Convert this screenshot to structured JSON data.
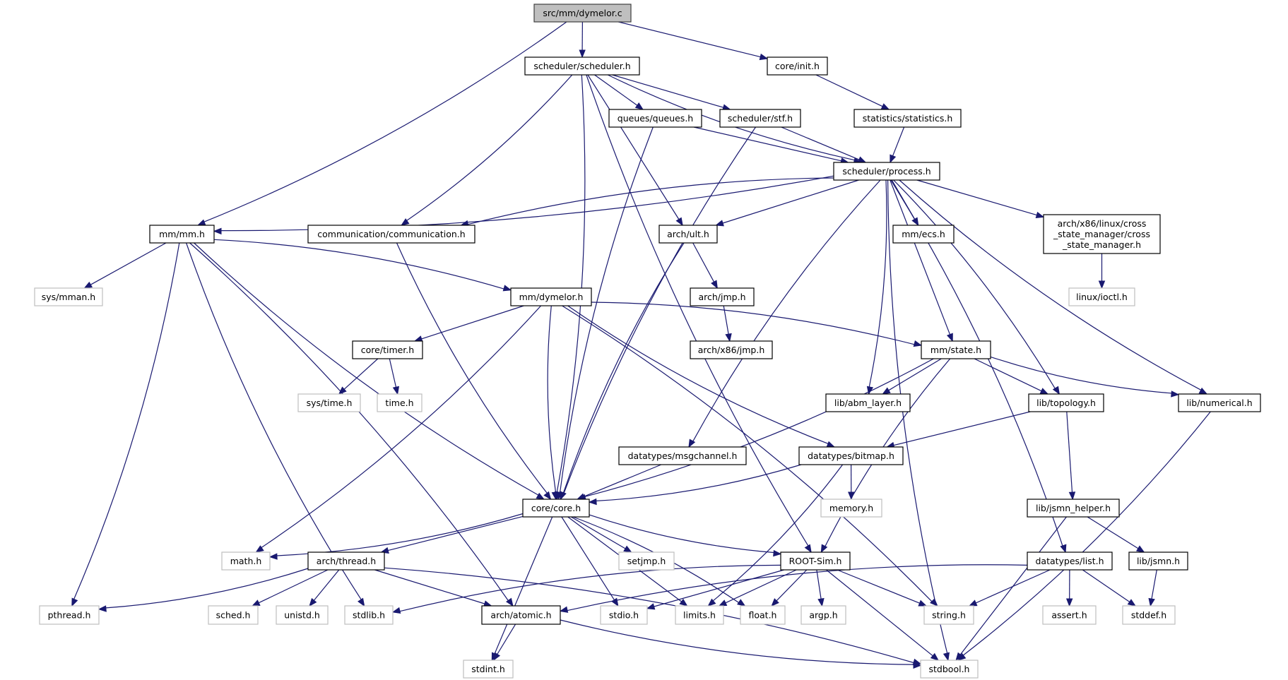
{
  "title": "src/mm/dymelor.c include dependency graph",
  "colors": {
    "edge": "#191970",
    "root_fill": "#bfbfbf",
    "project_border": "#000000",
    "external_border": "#bfbfbf"
  },
  "nodes": [
    {
      "id": "dymelor_c",
      "label": "src/mm/dymelor.c",
      "kind": "root"
    },
    {
      "id": "scheduler_h",
      "label": "scheduler/scheduler.h",
      "kind": "project"
    },
    {
      "id": "init_h",
      "label": "core/init.h",
      "kind": "project"
    },
    {
      "id": "queues_h",
      "label": "queues/queues.h",
      "kind": "project"
    },
    {
      "id": "stf_h",
      "label": "scheduler/stf.h",
      "kind": "project"
    },
    {
      "id": "statistics_h",
      "label": "statistics/statistics.h",
      "kind": "project"
    },
    {
      "id": "process_h",
      "label": "scheduler/process.h",
      "kind": "project"
    },
    {
      "id": "mm_h",
      "label": "mm/mm.h",
      "kind": "project"
    },
    {
      "id": "communication_h",
      "label": "communication/communication.h",
      "kind": "project"
    },
    {
      "id": "ult_h",
      "label": "arch/ult.h",
      "kind": "project"
    },
    {
      "id": "ecs_h",
      "label": "mm/ecs.h",
      "kind": "project"
    },
    {
      "id": "csm_h",
      "label": "arch/x86/linux/cross\n_state_manager/cross\n_state_manager.h",
      "kind": "project"
    },
    {
      "id": "sys_mman_h",
      "label": "sys/mman.h",
      "kind": "external"
    },
    {
      "id": "ioctl_h",
      "label": "linux/ioctl.h",
      "kind": "external"
    },
    {
      "id": "dymelor_h",
      "label": "mm/dymelor.h",
      "kind": "project"
    },
    {
      "id": "jmp_h",
      "label": "arch/jmp.h",
      "kind": "project"
    },
    {
      "id": "timer_h",
      "label": "core/timer.h",
      "kind": "project"
    },
    {
      "id": "x86_jmp_h",
      "label": "arch/x86/jmp.h",
      "kind": "project"
    },
    {
      "id": "state_h",
      "label": "mm/state.h",
      "kind": "project"
    },
    {
      "id": "sys_time_h",
      "label": "sys/time.h",
      "kind": "external"
    },
    {
      "id": "time_h",
      "label": "time.h",
      "kind": "external"
    },
    {
      "id": "abm_layer_h",
      "label": "lib/abm_layer.h",
      "kind": "project"
    },
    {
      "id": "topology_h",
      "label": "lib/topology.h",
      "kind": "project"
    },
    {
      "id": "numerical_h",
      "label": "lib/numerical.h",
      "kind": "project"
    },
    {
      "id": "msgchannel_h",
      "label": "datatypes/msgchannel.h",
      "kind": "project"
    },
    {
      "id": "bitmap_h",
      "label": "datatypes/bitmap.h",
      "kind": "project"
    },
    {
      "id": "core_h",
      "label": "core/core.h",
      "kind": "project"
    },
    {
      "id": "memory_h",
      "label": "memory.h",
      "kind": "external"
    },
    {
      "id": "jsmn_helper_h",
      "label": "lib/jsmn_helper.h",
      "kind": "project"
    },
    {
      "id": "math_h",
      "label": "math.h",
      "kind": "external"
    },
    {
      "id": "thread_h",
      "label": "arch/thread.h",
      "kind": "project"
    },
    {
      "id": "setjmp_h",
      "label": "setjmp.h",
      "kind": "external"
    },
    {
      "id": "rootsim_h",
      "label": "ROOT-Sim.h",
      "kind": "project"
    },
    {
      "id": "list_h",
      "label": "datatypes/list.h",
      "kind": "project"
    },
    {
      "id": "jsmn_h",
      "label": "lib/jsmn.h",
      "kind": "project"
    },
    {
      "id": "pthread_h",
      "label": "pthread.h",
      "kind": "external"
    },
    {
      "id": "sched_h",
      "label": "sched.h",
      "kind": "external"
    },
    {
      "id": "unistd_h",
      "label": "unistd.h",
      "kind": "external"
    },
    {
      "id": "stdlib_h",
      "label": "stdlib.h",
      "kind": "external"
    },
    {
      "id": "atomic_h",
      "label": "arch/atomic.h",
      "kind": "project"
    },
    {
      "id": "stdio_h",
      "label": "stdio.h",
      "kind": "external"
    },
    {
      "id": "limits_h",
      "label": "limits.h",
      "kind": "external"
    },
    {
      "id": "float_h",
      "label": "float.h",
      "kind": "external"
    },
    {
      "id": "argp_h",
      "label": "argp.h",
      "kind": "external"
    },
    {
      "id": "string_h",
      "label": "string.h",
      "kind": "external"
    },
    {
      "id": "assert_h",
      "label": "assert.h",
      "kind": "external"
    },
    {
      "id": "stddef_h",
      "label": "stddef.h",
      "kind": "external"
    },
    {
      "id": "stdint_h",
      "label": "stdint.h",
      "kind": "external"
    },
    {
      "id": "stdbool_h",
      "label": "stdbool.h",
      "kind": "external"
    }
  ],
  "edges": [
    [
      "dymelor_c",
      "mm_h"
    ],
    [
      "dymelor_c",
      "scheduler_h"
    ],
    [
      "dymelor_c",
      "init_h"
    ],
    [
      "scheduler_h",
      "queues_h"
    ],
    [
      "scheduler_h",
      "stf_h"
    ],
    [
      "scheduler_h",
      "process_h"
    ],
    [
      "scheduler_h",
      "communication_h"
    ],
    [
      "scheduler_h",
      "ult_h"
    ],
    [
      "scheduler_h",
      "core_h"
    ],
    [
      "scheduler_h",
      "rootsim_h"
    ],
    [
      "init_h",
      "statistics_h"
    ],
    [
      "statistics_h",
      "process_h"
    ],
    [
      "queues_h",
      "process_h"
    ],
    [
      "queues_h",
      "core_h"
    ],
    [
      "stf_h",
      "process_h"
    ],
    [
      "stf_h",
      "core_h"
    ],
    [
      "process_h",
      "mm_h"
    ],
    [
      "process_h",
      "communication_h"
    ],
    [
      "process_h",
      "ult_h"
    ],
    [
      "process_h",
      "ecs_h"
    ],
    [
      "process_h",
      "csm_h"
    ],
    [
      "process_h",
      "state_h"
    ],
    [
      "process_h",
      "abm_layer_h"
    ],
    [
      "process_h",
      "msgchannel_h"
    ],
    [
      "process_h",
      "topology_h"
    ],
    [
      "process_h",
      "numerical_h"
    ],
    [
      "process_h",
      "list_h"
    ],
    [
      "process_h",
      "stdbool_h"
    ],
    [
      "csm_h",
      "ioctl_h"
    ],
    [
      "mm_h",
      "sys_mman_h"
    ],
    [
      "mm_h",
      "dymelor_h"
    ],
    [
      "mm_h",
      "core_h"
    ],
    [
      "mm_h",
      "pthread_h"
    ],
    [
      "mm_h",
      "stdlib_h"
    ],
    [
      "mm_h",
      "atomic_h"
    ],
    [
      "communication_h",
      "core_h"
    ],
    [
      "ult_h",
      "jmp_h"
    ],
    [
      "ult_h",
      "core_h"
    ],
    [
      "jmp_h",
      "x86_jmp_h"
    ],
    [
      "dymelor_h",
      "timer_h"
    ],
    [
      "dymelor_h",
      "state_h"
    ],
    [
      "dymelor_h",
      "core_h"
    ],
    [
      "dymelor_h",
      "math_h"
    ],
    [
      "dymelor_h",
      "bitmap_h"
    ],
    [
      "dymelor_h",
      "string_h"
    ],
    [
      "timer_h",
      "sys_time_h"
    ],
    [
      "timer_h",
      "time_h"
    ],
    [
      "state_h",
      "abm_layer_h"
    ],
    [
      "state_h",
      "topology_h"
    ],
    [
      "state_h",
      "numerical_h"
    ],
    [
      "state_h",
      "core_h"
    ],
    [
      "state_h",
      "rootsim_h"
    ],
    [
      "topology_h",
      "bitmap_h"
    ],
    [
      "topology_h",
      "jsmn_helper_h"
    ],
    [
      "numerical_h",
      "stdbool_h"
    ],
    [
      "msgchannel_h",
      "core_h"
    ],
    [
      "bitmap_h",
      "core_h"
    ],
    [
      "bitmap_h",
      "memory_h"
    ],
    [
      "bitmap_h",
      "limits_h"
    ],
    [
      "jsmn_helper_h",
      "jsmn_h"
    ],
    [
      "jsmn_helper_h",
      "stdbool_h"
    ],
    [
      "jsmn_h",
      "stddef_h"
    ],
    [
      "list_h",
      "assert_h"
    ],
    [
      "list_h",
      "stddef_h"
    ],
    [
      "list_h",
      "string_h"
    ],
    [
      "list_h",
      "atomic_h"
    ],
    [
      "core_h",
      "math_h"
    ],
    [
      "core_h",
      "thread_h"
    ],
    [
      "core_h",
      "setjmp_h"
    ],
    [
      "core_h",
      "rootsim_h"
    ],
    [
      "core_h",
      "stdio_h"
    ],
    [
      "core_h",
      "limits_h"
    ],
    [
      "core_h",
      "float_h"
    ],
    [
      "core_h",
      "stdint_h"
    ],
    [
      "thread_h",
      "pthread_h"
    ],
    [
      "thread_h",
      "sched_h"
    ],
    [
      "thread_h",
      "unistd_h"
    ],
    [
      "thread_h",
      "atomic_h"
    ],
    [
      "thread_h",
      "stdbool_h"
    ],
    [
      "rootsim_h",
      "stdio_h"
    ],
    [
      "rootsim_h",
      "limits_h"
    ],
    [
      "rootsim_h",
      "float_h"
    ],
    [
      "rootsim_h",
      "argp_h"
    ],
    [
      "rootsim_h",
      "string_h"
    ],
    [
      "rootsim_h",
      "stdbool_h"
    ],
    [
      "rootsim_h",
      "stdlib_h"
    ],
    [
      "atomic_h",
      "stdint_h"
    ],
    [
      "atomic_h",
      "stdbool_h"
    ]
  ]
}
